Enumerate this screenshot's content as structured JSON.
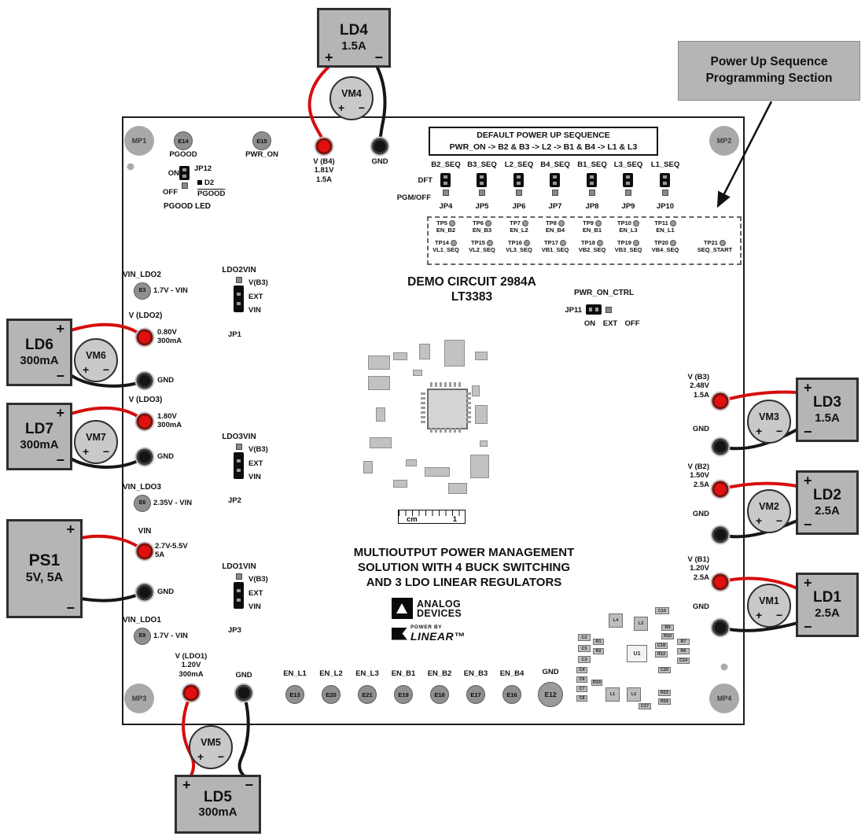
{
  "callout": {
    "line1": "Power Up Sequence",
    "line2": "Programming Section"
  },
  "signs": {
    "plus": "+",
    "minus": "−"
  },
  "mounts": {
    "mp1": "MP1",
    "mp2": "MP2",
    "mp3": "MP3",
    "mp4": "MP4"
  },
  "loads": {
    "ld1": {
      "name": "LD1",
      "rating": "2.5A"
    },
    "ld2": {
      "name": "LD2",
      "rating": "2.5A"
    },
    "ld3": {
      "name": "LD3",
      "rating": "1.5A"
    },
    "ld4": {
      "name": "LD4",
      "rating": "1.5A"
    },
    "ld5": {
      "name": "LD5",
      "rating": "300mA"
    },
    "ld6": {
      "name": "LD6",
      "rating": "300mA"
    },
    "ld7": {
      "name": "LD7",
      "rating": "300mA"
    },
    "ps1": {
      "name": "PS1",
      "rating": "5V, 5A"
    }
  },
  "meters": {
    "vm1": "VM1",
    "vm2": "VM2",
    "vm3": "VM3",
    "vm4": "VM4",
    "vm5": "VM5",
    "vm6": "VM6",
    "vm7": "VM7"
  },
  "board": {
    "title_line1": "DEMO CIRCUIT 2984A",
    "title_line2": "LT3383",
    "desc_line1": "MULTIOUTPUT POWER MANAGEMENT",
    "desc_line2": "SOLUTION WITH 4 BUCK SWITCHING",
    "desc_line3": "AND 3 LDO LINEAR REGULATORS",
    "seq_banner": {
      "line1": "DEFAULT POWER UP SEQUENCE",
      "line2": "PWR_ON -> B2 & B3 -> L2 -> B1 & B4 -> L1 & L3"
    },
    "seq": {
      "dft": "DFT",
      "pgm": "PGM/OFF",
      "cols": [
        {
          "header": "B2_SEQ",
          "jp": "JP4",
          "tp": "TP5",
          "en": "EN_B2",
          "tp2": "TP14",
          "sig": "VL1_SEQ"
        },
        {
          "header": "B3_SEQ",
          "jp": "JP5",
          "tp": "TP6",
          "en": "EN_B3",
          "tp2": "TP15",
          "sig": "VL2_SEQ"
        },
        {
          "header": "L2_SEQ",
          "jp": "JP6",
          "tp": "TP7",
          "en": "EN_L2",
          "tp2": "TP16",
          "sig": "VL3_SEQ"
        },
        {
          "header": "B4_SEQ",
          "jp": "JP7",
          "tp": "TP8",
          "en": "EN_B4",
          "tp2": "TP17",
          "sig": "VB1_SEQ"
        },
        {
          "header": "B1_SEQ",
          "jp": "JP8",
          "tp": "TP9",
          "en": "EN_B1",
          "tp2": "TP18",
          "sig": "VB2_SEQ"
        },
        {
          "header": "L3_SEQ",
          "jp": "JP9",
          "tp": "TP10",
          "en": "EN_L3",
          "tp2": "TP19",
          "sig": "VB3_SEQ"
        },
        {
          "header": "L1_SEQ",
          "jp": "JP10",
          "tp": "TP11",
          "en": "EN_L1",
          "tp2": "TP20",
          "sig": "VB4_SEQ"
        }
      ],
      "tail": {
        "tp": "TP21",
        "sig": "SEQ_START"
      }
    },
    "pwr_ctrl": {
      "title": "PWR_ON_CTRL",
      "jp": "JP11",
      "on": "ON",
      "ext": "EXT",
      "off": "OFF"
    },
    "pgood_led": {
      "on": "ON",
      "off": "OFF",
      "jp": "JP12",
      "d2": "D2",
      "pgood": "PGOOD",
      "label": "PGOOD LED"
    },
    "turrets": {
      "e14": {
        "id": "E14",
        "label": "PGOOD"
      },
      "e15": {
        "id": "E15",
        "label": "PWR_ON"
      },
      "e3": {
        "id": "E3",
        "label": "VIN_LDO2",
        "range": "1.7V - VIN"
      },
      "e6": {
        "id": "E6",
        "label": "VIN_LDO3",
        "range": "2.35V - VIN"
      },
      "e9": {
        "id": "E9",
        "label": "VIN_LDO1",
        "range": "1.7V - VIN"
      }
    },
    "bottom_turrets": [
      {
        "id": "E13",
        "label": "EN_L1"
      },
      {
        "id": "E20",
        "label": "EN_L2"
      },
      {
        "id": "E21",
        "label": "EN_L3"
      },
      {
        "id": "E19",
        "label": "EN_B1"
      },
      {
        "id": "E18",
        "label": "EN_B2"
      },
      {
        "id": "E17",
        "label": "EN_B3"
      },
      {
        "id": "E16",
        "label": "EN_B4"
      },
      {
        "id": "E12",
        "label": "GND"
      }
    ],
    "terminals": {
      "v_b4": {
        "label": "V (B4)",
        "volts": "1.81V",
        "amps": "1.5A",
        "gnd": "GND"
      },
      "v_ldo2": {
        "label": "V (LDO2)",
        "volts": "0.80V",
        "amps": "300mA",
        "gnd": "GND"
      },
      "v_ldo3": {
        "label": "V (LDO3)",
        "volts": "1.80V",
        "amps": "300mA",
        "gnd": "GND"
      },
      "vin": {
        "label": "VIN",
        "volts": "2.7V-5.5V",
        "amps": "5A",
        "gnd": "GND"
      },
      "v_ldo1": {
        "label": "V (LDO1)",
        "volts": "1.20V",
        "amps": "300mA",
        "gnd": "GND"
      },
      "v_b3": {
        "label": "V (B3)",
        "volts": "2.48V",
        "amps": "1.5A",
        "gnd": "GND"
      },
      "v_b2": {
        "label": "V (B2)",
        "volts": "1.50V",
        "amps": "2.5A",
        "gnd": "GND"
      },
      "v_b1": {
        "label": "V (B1)",
        "volts": "1.20V",
        "amps": "2.5A",
        "gnd": "GND"
      }
    },
    "jumpers": [
      {
        "name": "LDO2VIN",
        "jp": "JP1",
        "pin1": "V(B3)",
        "pin2": "EXT",
        "pin3": "VIN"
      },
      {
        "name": "LDO3VIN",
        "jp": "JP2",
        "pin1": "V(B3)",
        "pin2": "EXT",
        "pin3": "VIN"
      },
      {
        "name": "LDO1VIN",
        "jp": "JP3",
        "pin1": "V(B3)",
        "pin2": "EXT",
        "pin3": "VIN"
      }
    ],
    "ruler": {
      "unit": "cm",
      "mark": "1"
    },
    "logo": {
      "brand_line1": "ANALOG",
      "brand_line2": "DEVICES",
      "power_by": "POWER BY",
      "linear": "LINEAR™"
    },
    "components": [
      "C2",
      "C5",
      "C3",
      "R1",
      "R2",
      "L4",
      "L3",
      "C15",
      "R9",
      "R10",
      "U1",
      "C18",
      "R12",
      "R7",
      "R6",
      "C14",
      "C20",
      "R15",
      "R16",
      "C4",
      "C6",
      "C7",
      "C8",
      "R19",
      "L1",
      "L2",
      "C17"
    ]
  }
}
